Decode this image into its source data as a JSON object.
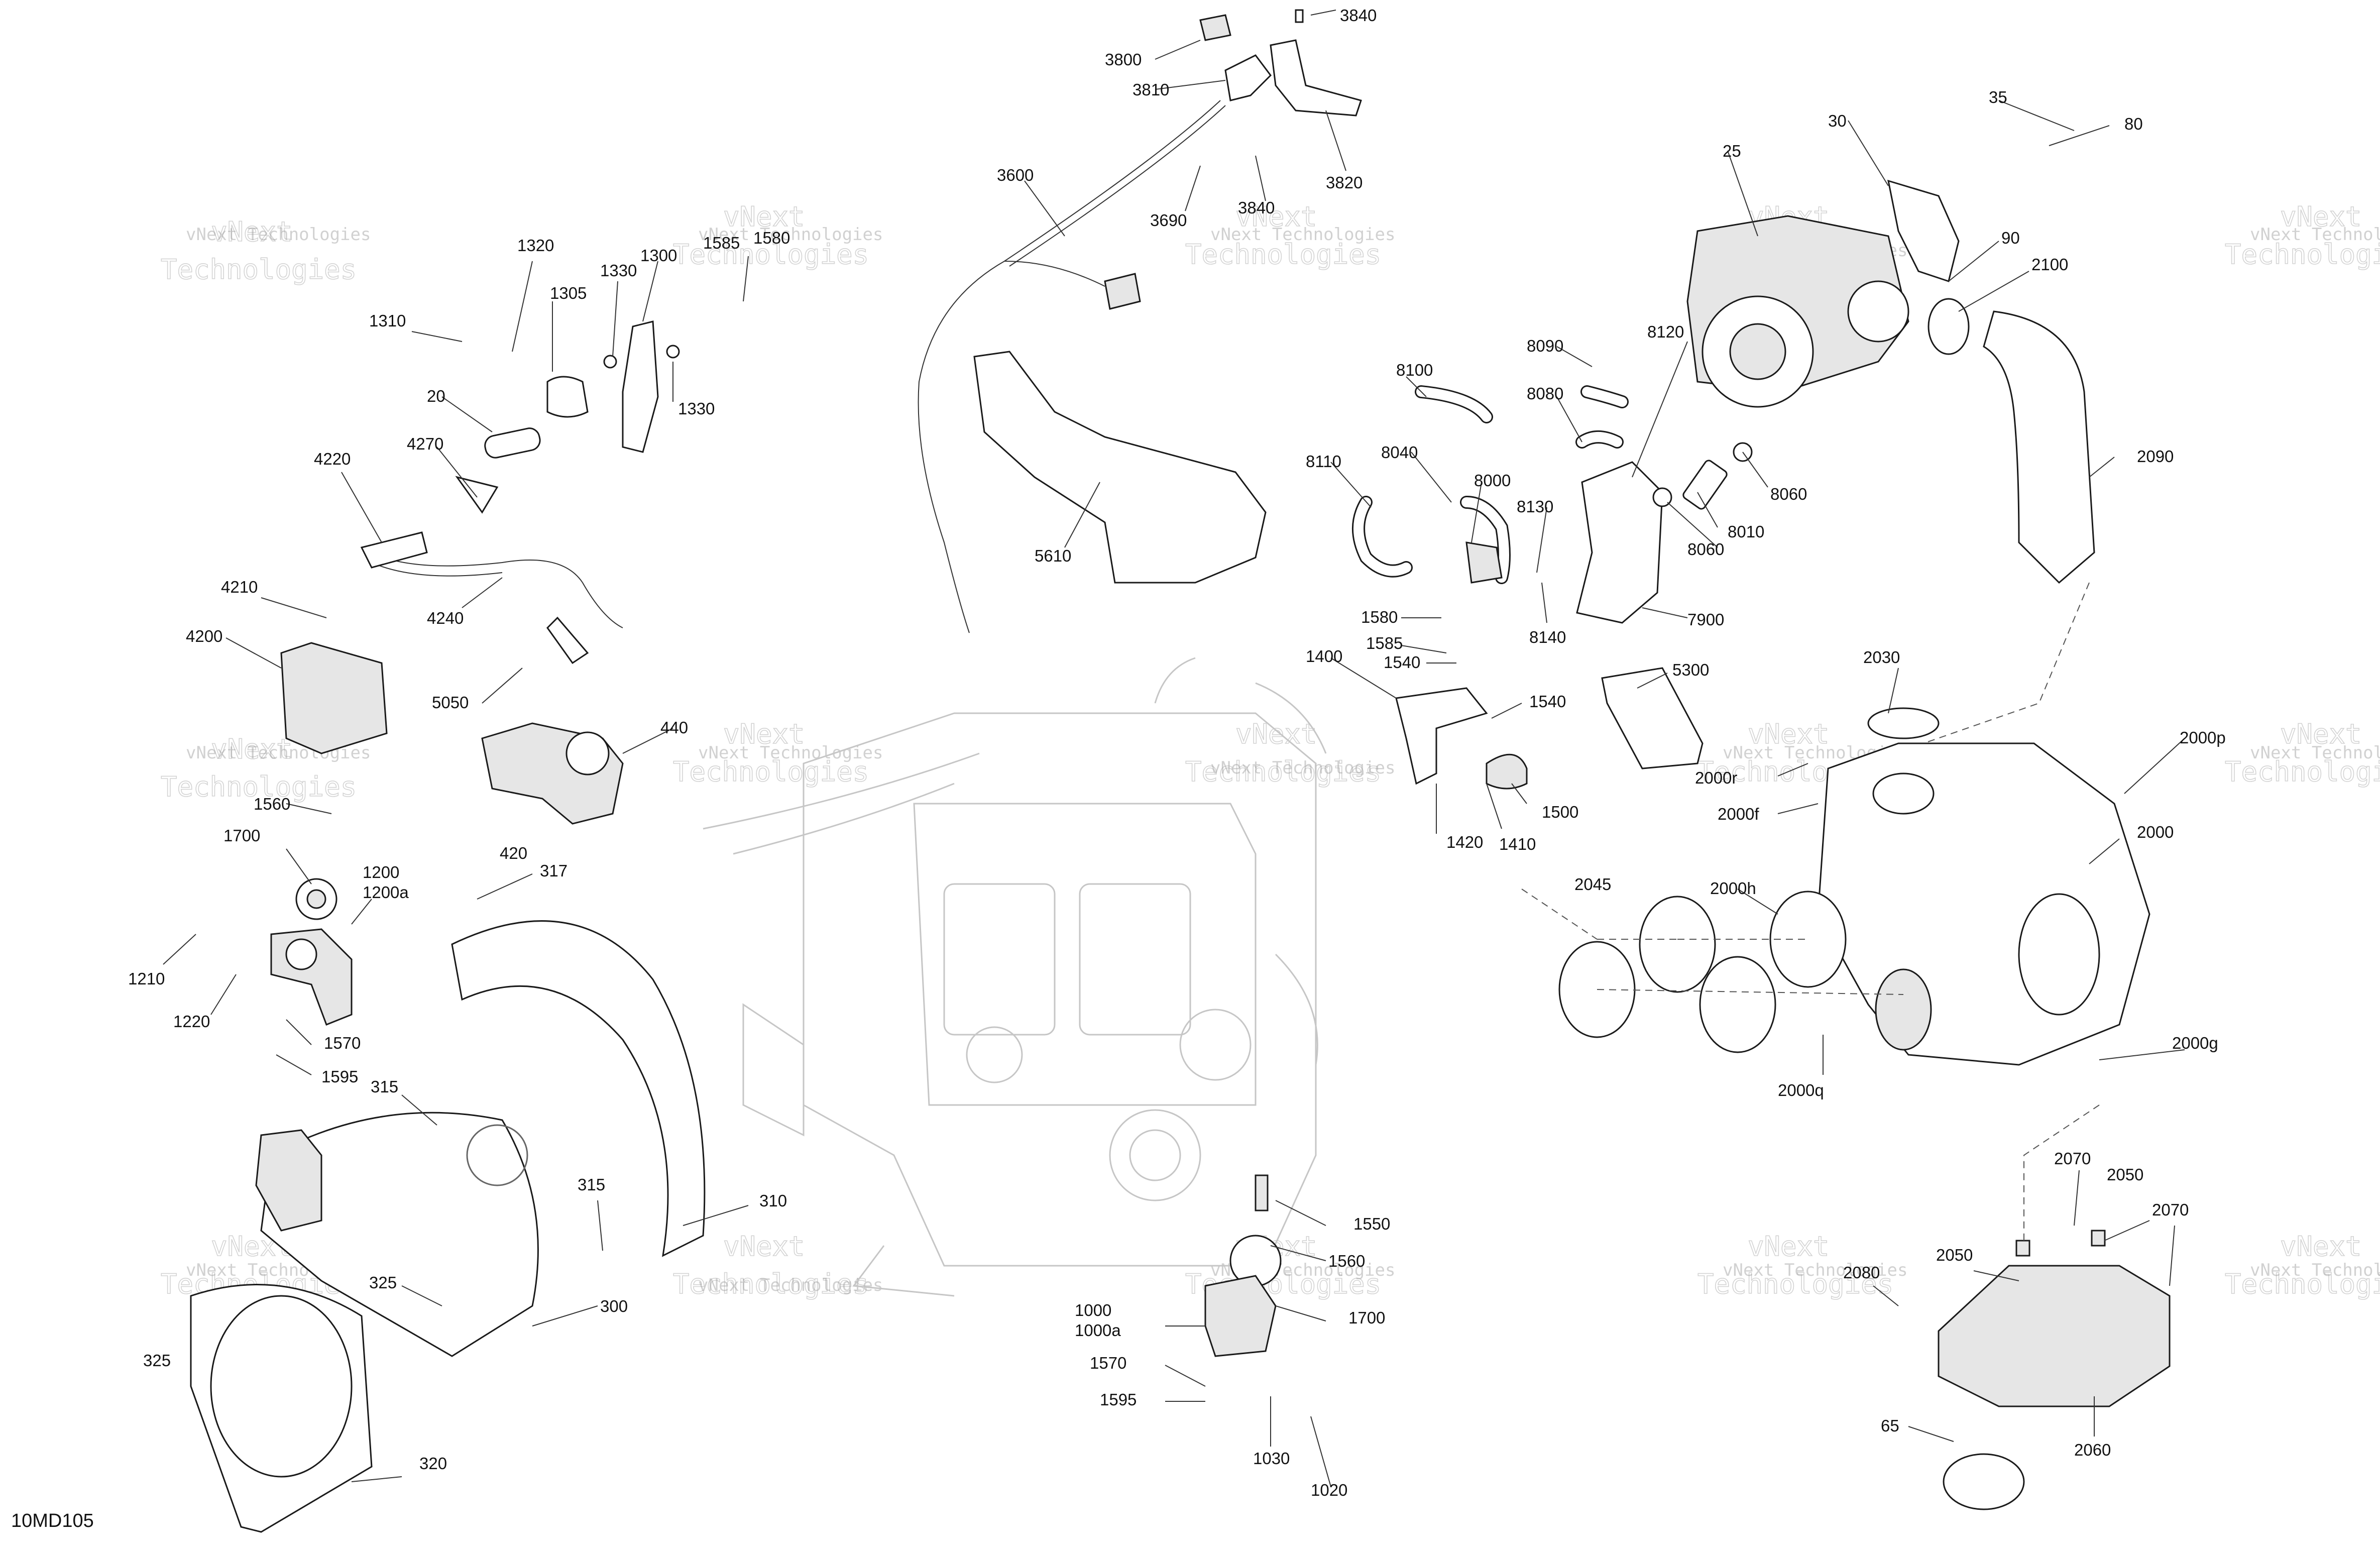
{
  "figure_id": "10MD105",
  "watermark": {
    "line1": "vNext",
    "line2": "Technologies",
    "text": "vNext Technologies"
  },
  "callouts": [
    "3840",
    "3800",
    "3810",
    "3820",
    "3840",
    "3690",
    "3600",
    "5610",
    "1320",
    "1580",
    "1585",
    "1310",
    "1305",
    "1330",
    "1300",
    "1330",
    "20",
    "4220",
    "4270",
    "4210",
    "4200",
    "4240",
    "5050",
    "440",
    "420",
    "1560",
    "1700",
    "1200",
    "1200a",
    "1210",
    "1220",
    "1570",
    "1595",
    "317",
    "315",
    "315",
    "310",
    "325",
    "300",
    "325",
    "320",
    "1550",
    "1560",
    "1000",
    "1000a",
    "1700",
    "1570",
    "1595",
    "1030",
    "1020",
    "8100",
    "8090",
    "8080",
    "8120",
    "8110",
    "8040",
    "8000",
    "8130",
    "8140",
    "7900",
    "25",
    "30",
    "35",
    "80",
    "90",
    "2100",
    "8060",
    "8010",
    "8060",
    "2090",
    "1580",
    "1585",
    "1540",
    "1400",
    "1540",
    "1500",
    "1420",
    "1410",
    "5300",
    "2030",
    "2000r",
    "2000f",
    "2000p",
    "2000",
    "2045",
    "2000h",
    "2000q",
    "2000g",
    "2070",
    "2050",
    "2070",
    "2080",
    "2050",
    "2060",
    "65"
  ]
}
